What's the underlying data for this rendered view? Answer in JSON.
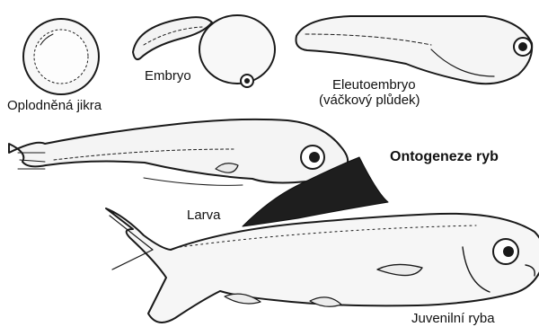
{
  "title": "Ontogeneze ryb",
  "stages": {
    "egg": "Oplodněná jikra",
    "embryo": "Embryo",
    "eleutoembryo_line1": "Eleutoembryo",
    "eleutoembryo_line2": "(váčkový plůdek)",
    "larva": "Larva",
    "juvenile": "Juvenilní ryba"
  }
}
